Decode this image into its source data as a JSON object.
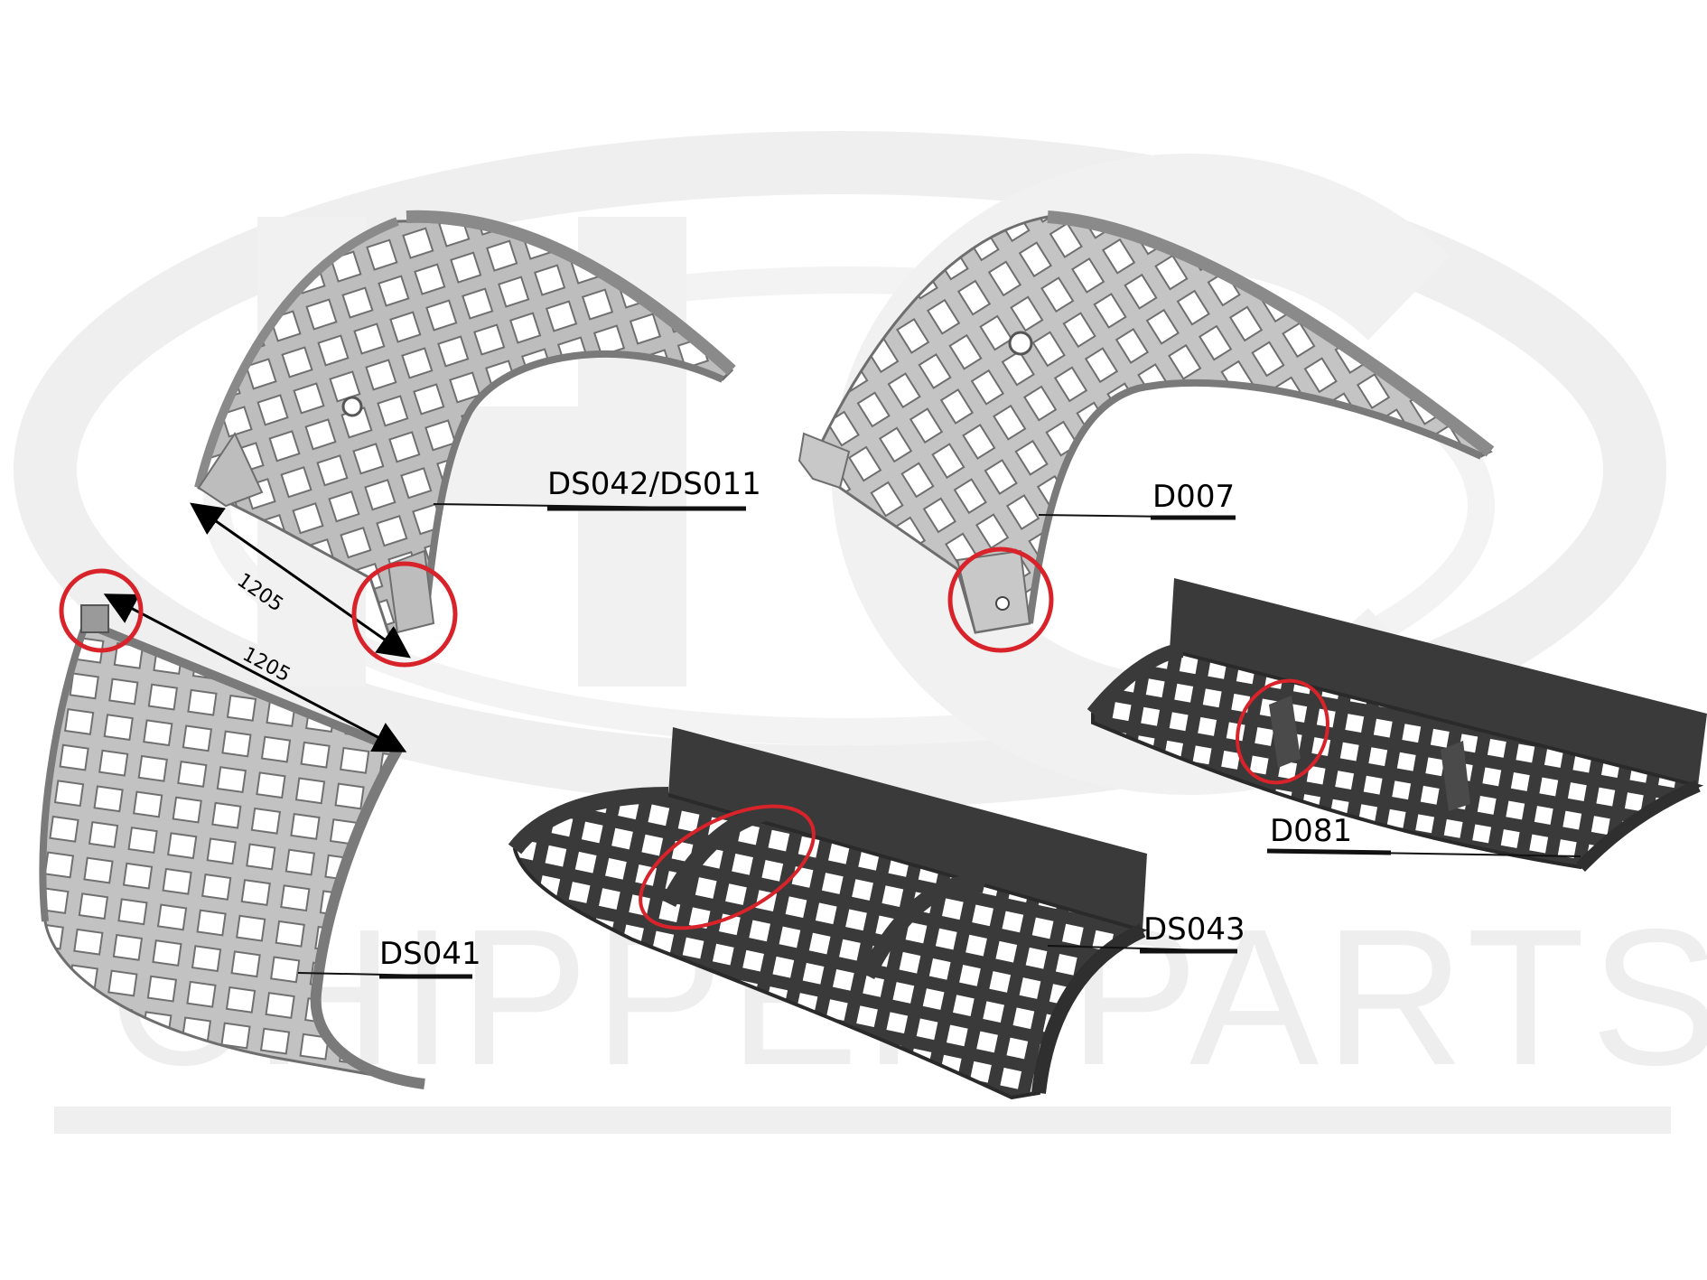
{
  "watermark": {
    "logo_letters": "HC",
    "text": "CHIPPER PARTS",
    "color": "#ececec"
  },
  "colors": {
    "part_light": "#cfcfcf",
    "part_light_edge": "#6e6e6e",
    "part_dark": "#3a3a3a",
    "highlight_red": "#d9232a",
    "leader_line": "#111111"
  },
  "parts": [
    {
      "id": "ds042",
      "label": "DS042/DS011",
      "dimension": "1205"
    },
    {
      "id": "d007",
      "label": "D007"
    },
    {
      "id": "ds041",
      "label": "DS041",
      "dimension": "1205"
    },
    {
      "id": "ds043",
      "label": "DS043"
    },
    {
      "id": "d081",
      "label": "D081"
    }
  ]
}
